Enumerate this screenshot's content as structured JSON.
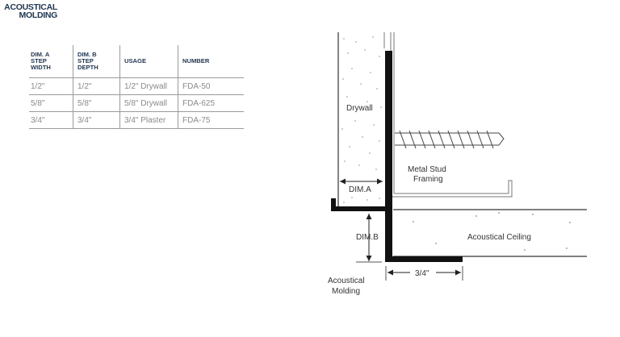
{
  "title": {
    "line1": "ACOUSTICAL",
    "line2": "MOLDING"
  },
  "table": {
    "headers": [
      {
        "l1": "DIM. A",
        "l2": "STEP",
        "l3": "WIDTH"
      },
      {
        "l1": "DIM. B",
        "l2": "STEP",
        "l3": "DEPTH"
      },
      {
        "l1": "USAGE",
        "l2": "",
        "l3": ""
      },
      {
        "l1": "NUMBER",
        "l2": "",
        "l3": ""
      }
    ],
    "rows": [
      {
        "dim_a": "1/2\"",
        "dim_b": "1/2\"",
        "usage": "1/2\" Drywall",
        "number": "FDA-50"
      },
      {
        "dim_a": "5/8\"",
        "dim_b": "5/8\"",
        "usage": "5/8\" Drywall",
        "number": "FDA-625"
      },
      {
        "dim_a": "3/4\"",
        "dim_b": "3/4\"",
        "usage": "3/4\" Plaster",
        "number": "FDA-75"
      }
    ]
  },
  "diagram": {
    "labels": {
      "drywall": "Drywall",
      "metal_stud_1": "Metal Stud",
      "metal_stud_2": "Framing",
      "dim_a": "DIM.A",
      "dim_b": "DIM.B",
      "acoustical_ceiling": "Acoustical Ceiling",
      "three_quarter": "3/4\"",
      "molding_1": "Acoustical",
      "molding_2": "Molding"
    }
  }
}
